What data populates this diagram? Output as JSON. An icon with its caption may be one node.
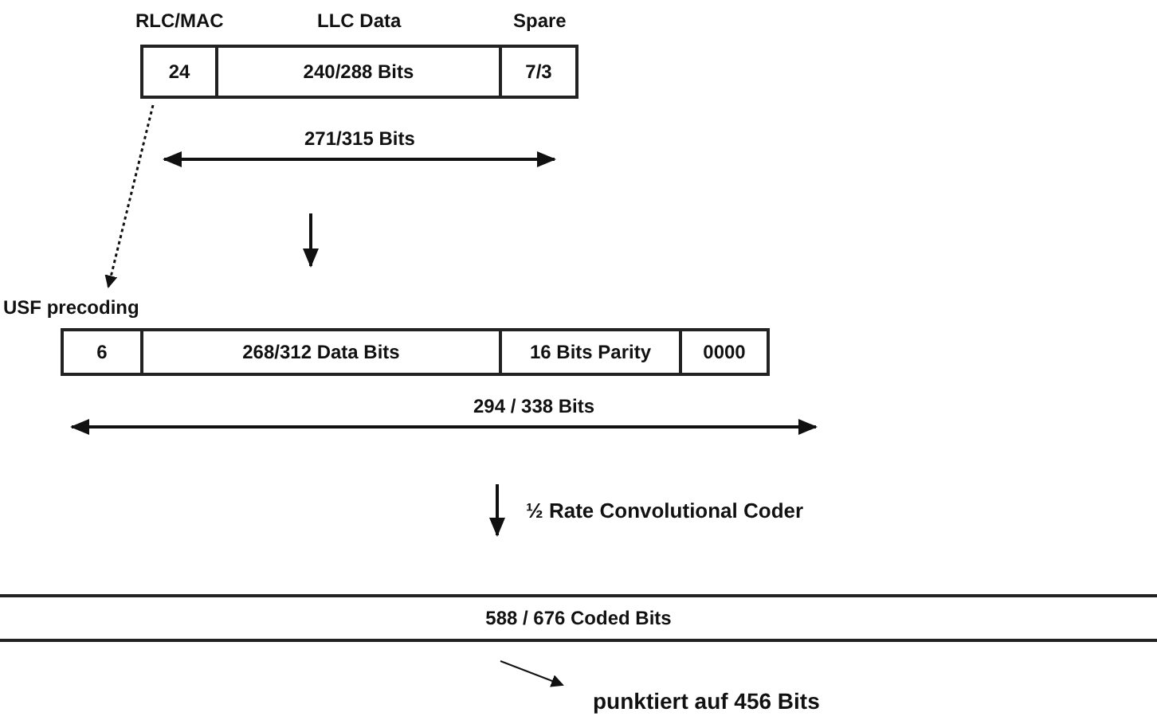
{
  "diagram": {
    "nodes": [
      {
        "text": [
          "RLC/MAC",
          "24"
        ]
      },
      {
        "text": [
          "LLC Data",
          "240/288 Bits"
        ]
      },
      {
        "text": [
          "Spare",
          "7/3"
        ]
      },
      {
        "text": [
          "USF precoding",
          "6"
        ]
      },
      {
        "text": [
          "268/312 Data Bits"
        ]
      },
      {
        "text": [
          "16 Bits Parity"
        ]
      },
      {
        "text": [
          "0000"
        ]
      },
      {
        "text": [
          "588 / 676 Coded Bits"
        ]
      }
    ],
    "edges": [
      {
        "from": 0,
        "to": 3,
        "arrow": "to",
        "style": "dashed"
      }
    ],
    "labels": [
      "271/315 Bits",
      "294 / 338 Bits",
      "½ Rate Convolutional Coder",
      "punktiert auf 456 Bits"
    ]
  }
}
